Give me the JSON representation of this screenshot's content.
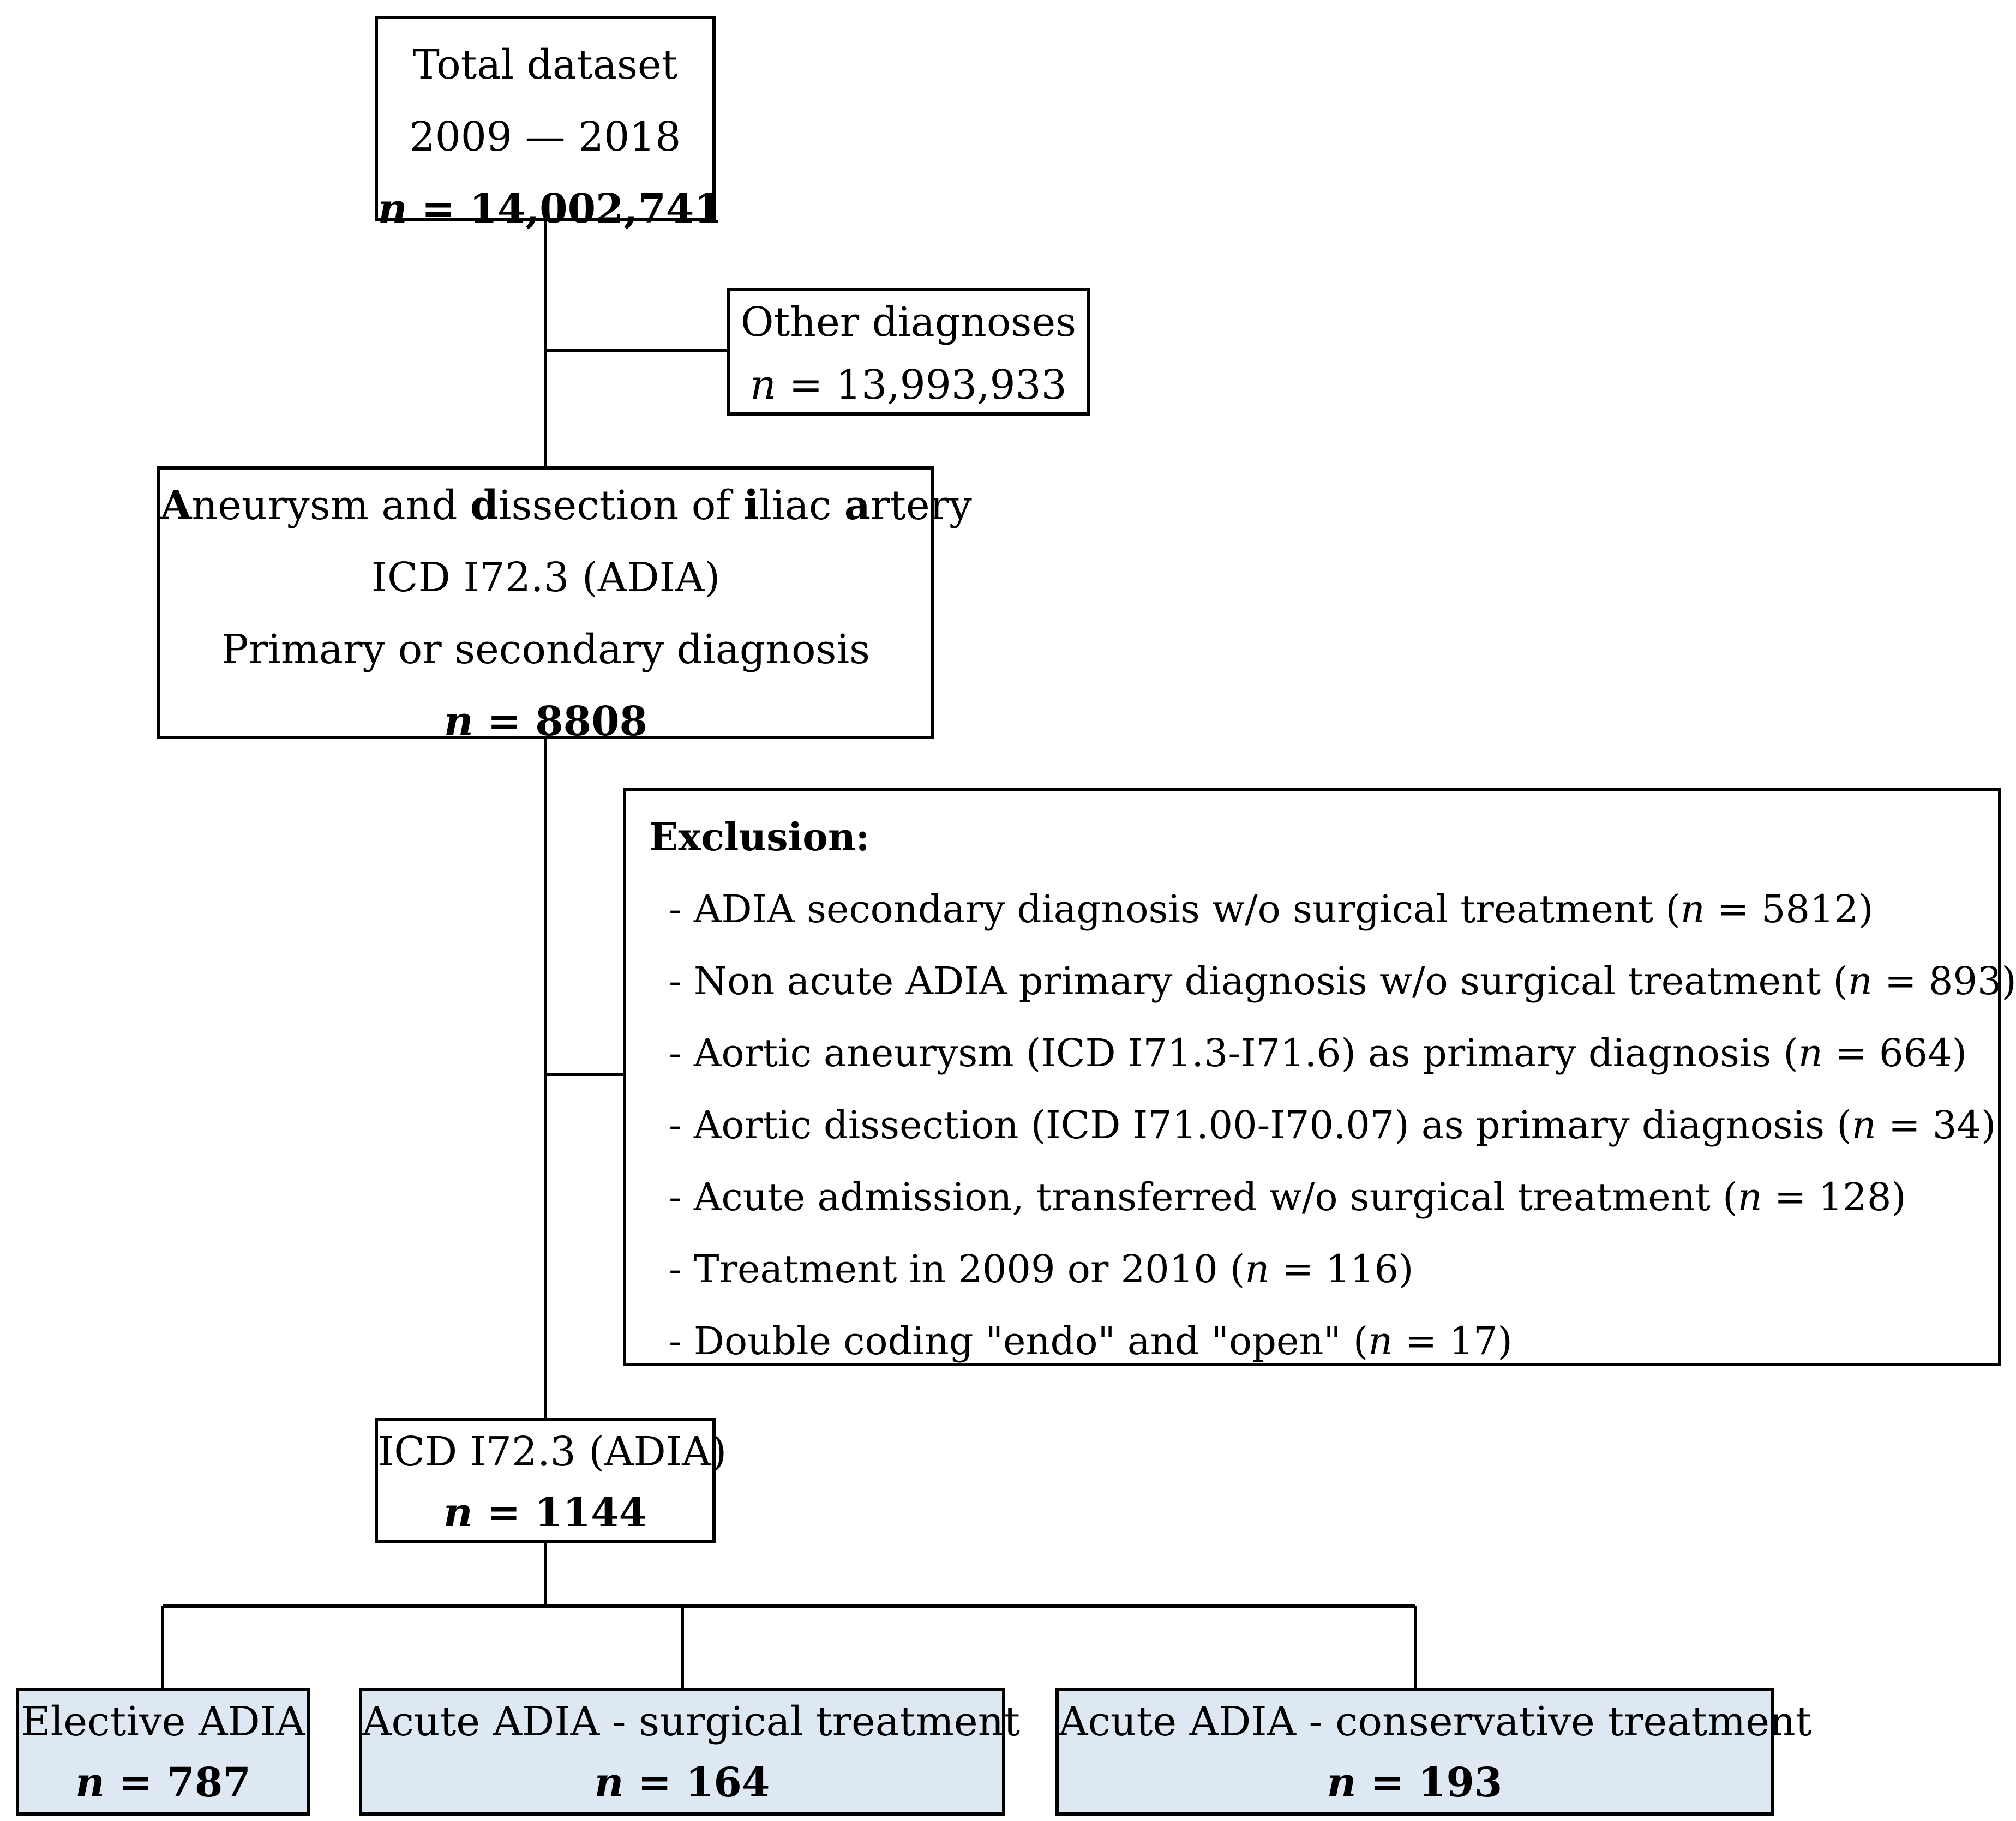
{
  "nodes": {
    "total": {
      "line1": "Total dataset",
      "line2": "2009 — 2018",
      "n_label": "n",
      "n_value": " = 14,002,741"
    },
    "other": {
      "line1": "Other diagnoses",
      "n_label": "n",
      "n_value": " = 13,993,933"
    },
    "adia": {
      "title_parts": [
        "A",
        "neurysm and ",
        "d",
        "issection of ",
        "i",
        "liac ",
        "a",
        "rtery"
      ],
      "line2": "ICD I72.3 (ADIA)",
      "line3": "Primary or secondary diagnosis",
      "n_label": "n",
      "n_value": " = 8808"
    },
    "exclusion": {
      "title": "Exclusion:",
      "items": [
        {
          "pre": "- ADIA secondary diagnosis w/o surgical treatment (",
          "n": "n",
          "post": " = 5812)"
        },
        {
          "pre": "- Non acute ADIA primary diagnosis w/o surgical treatment (",
          "n": "n",
          "post": " = 893)"
        },
        {
          "pre": "- Aortic aneurysm (ICD I71.3-I71.6) as primary diagnosis (",
          "n": "n",
          "post": " = 664)"
        },
        {
          "pre": "- Aortic dissection (ICD I71.00-I70.07) as primary diagnosis (",
          "n": "n",
          "post": " = 34)"
        },
        {
          "pre": "- Acute admission, transferred w/o surgical treatment (",
          "n": "n",
          "post": " = 128)"
        },
        {
          "pre": "- Treatment in 2009 or 2010 (",
          "n": "n",
          "post": " = 116)"
        },
        {
          "pre": "- Double coding \"endo\" and \"open\" (",
          "n": "n",
          "post": " = 17)"
        }
      ]
    },
    "final": {
      "line1": "ICD I72.3 (ADIA)",
      "n_label": "n",
      "n_value": " = 1144"
    },
    "elective": {
      "line1": "Elective ADIA",
      "n_label": "n",
      "n_value": " = 787"
    },
    "acute_surgical": {
      "line1": "Acute ADIA - surgical treatment",
      "n_label": "n",
      "n_value": " = 164"
    },
    "acute_conservative": {
      "line1": "Acute ADIA - conservative treatment",
      "n_label": "n",
      "n_value": " = 193"
    }
  },
  "colors": {
    "line": "#000000",
    "leaf_fill": "#dde8f3",
    "box_fill": "#ffffff"
  }
}
